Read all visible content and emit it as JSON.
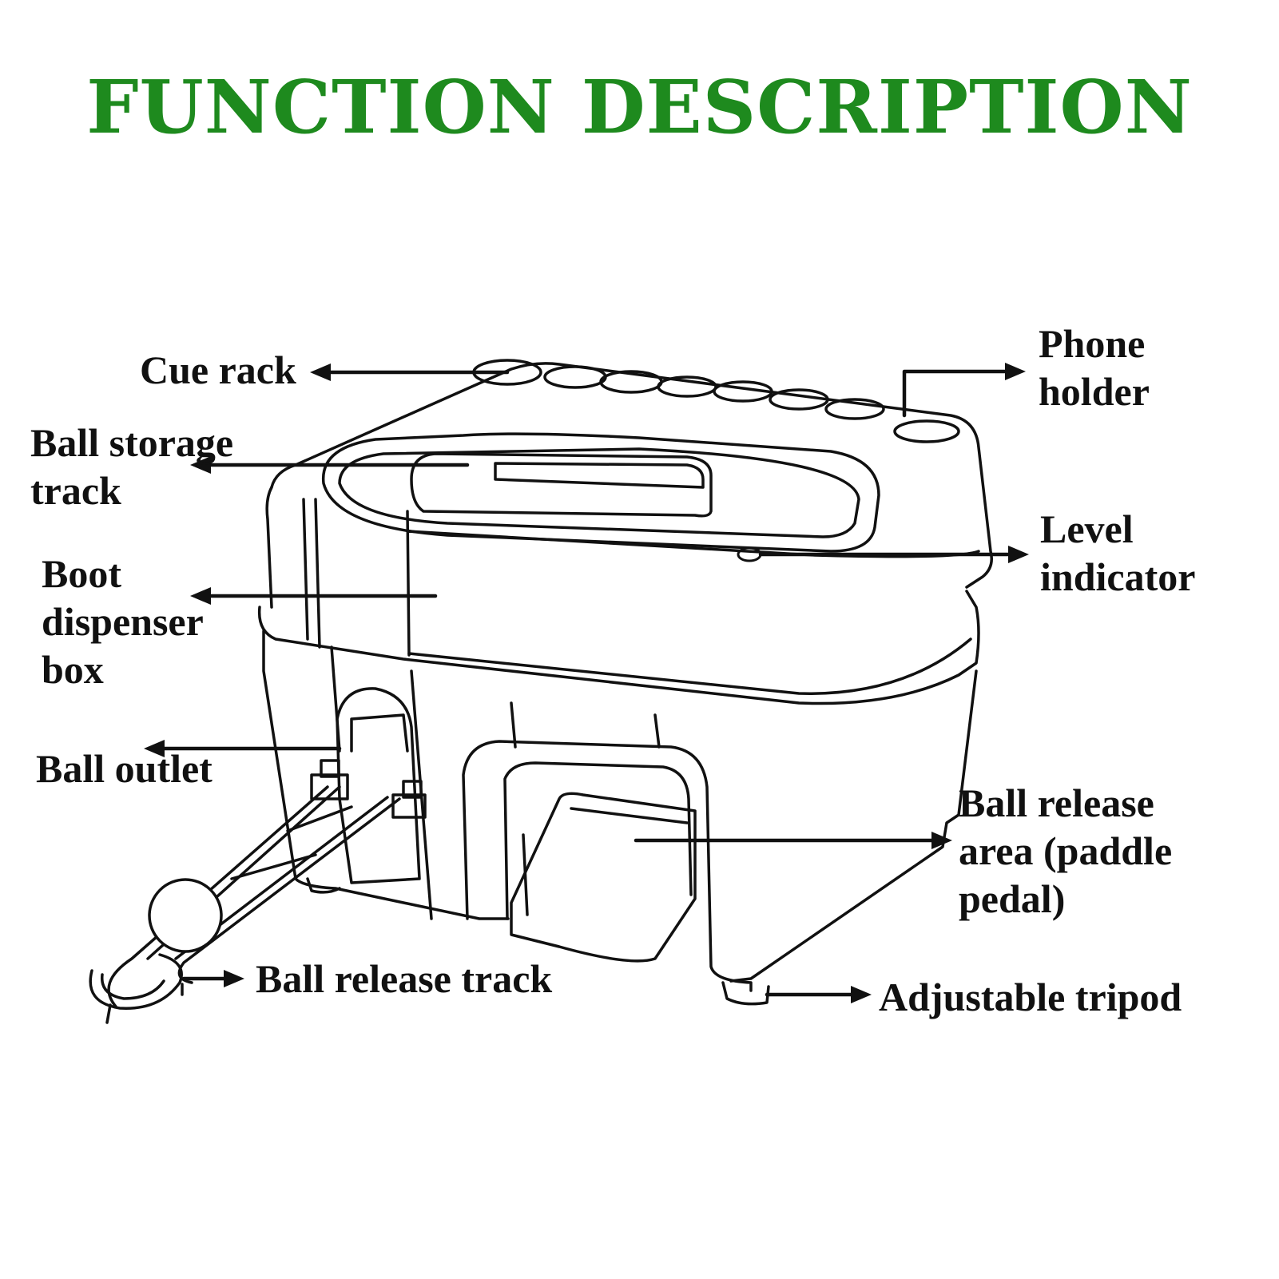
{
  "title": "FUNCTION DESCRIPTION",
  "colors": {
    "title": "#1e8a1e",
    "line": "#111111",
    "background": "#ffffff"
  },
  "labels": {
    "cue_rack": [
      "Cue rack"
    ],
    "ball_storage_track": [
      "Ball storage",
      "track"
    ],
    "boot_dispenser_box": [
      "Boot",
      "dispenser",
      "box"
    ],
    "ball_outlet": [
      "Ball outlet"
    ],
    "ball_release_track": [
      "Ball release track"
    ],
    "phone_holder": [
      "Phone",
      "holder"
    ],
    "level_indicator": [
      "Level",
      "indicator"
    ],
    "ball_release_area": [
      "Ball release",
      "area (paddle",
      "pedal)"
    ],
    "adjustable_tripod": [
      "Adjustable tripod"
    ]
  }
}
